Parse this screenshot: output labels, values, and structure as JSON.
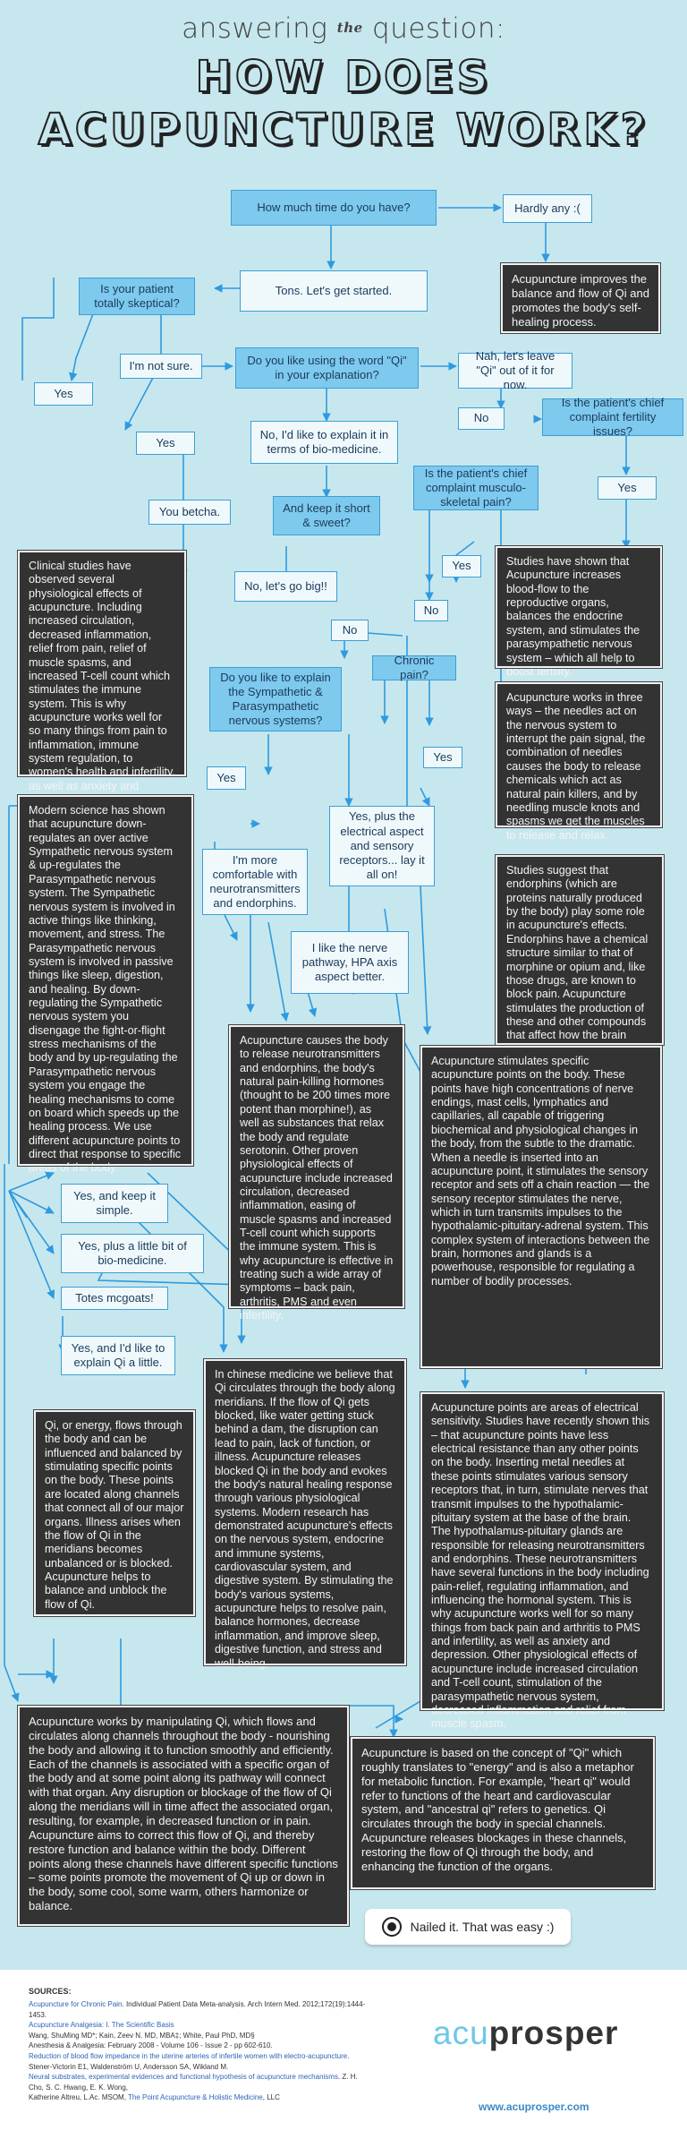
{
  "title": {
    "line1_pre": "answering",
    "line1_the": "the",
    "line1_post": "question:",
    "line2": "HOW DOES",
    "line3": "ACUPUNCTURE WORK?"
  },
  "nodes": {
    "q_time": "How much time do you have?",
    "a_hardly": "Hardly any :(",
    "d_hardly": "Acupuncture improves the balance and flow of Qi and promotes the body's self-healing process.",
    "a_tons": "Tons. Let's get started.",
    "q_skeptical": "Is your patient totally skeptical?",
    "a_notsure": "I'm not sure.",
    "a_yes1": "Yes",
    "q_qi": "Do you like using the word \"Qi\" in your explanation?",
    "a_nah": "Nah, let's leave \"Qi\" out of it for now.",
    "a_no1": "No",
    "q_fertility": "Is the patient's chief complaint fertility issues?",
    "a_yes2": "Yes",
    "a_biomed": "No, I'd like to explain it in terms of bio-medicine.",
    "q_musculo": "Is the patient's chief complaint musculo-skeletal pain?",
    "a_yes3": "Yes",
    "a_yes_fert": "Yes",
    "d_fertility": "Studies have shown that Acupuncture increases blood-flow to the reproductive organs, balances the endocrine system, and stimulates the parasympathetic nervous system – which all help to boost fertility.",
    "a_youbetcha": "You betcha.",
    "q_short": "And keep it short & sweet?",
    "d_clinical": "Clinical studies have observed several physiological effects of acupuncture. Including increased circulation, decreased inflammation, relief from pain, relief of muscle spasms, and increased T-cell count which stimulates the immune system. This is why acupuncture works well for so many things from pain to inflammation, immune system regulation, to women's health and infertility, as well as anxiety and depression.",
    "a_gobig": "No, let's go big!!",
    "a_no2": "No",
    "a_no3": "No",
    "q_chronic": "Chronic pain?",
    "a_yes_chronic": "Yes",
    "d_threeways": "Acupuncture works in three ways – the needles act on the nervous system to interrupt the pain signal, the combination of needles causes the body to release chemicals which act as natural pain killers, and by needling muscle knots and spasms we get the muscles to release and relax.",
    "q_sympathetic": "Do you like to explain the Sympathetic & Parasympathetic nervous systems?",
    "a_yes4": "Yes",
    "a_electrical": "Yes, plus the electrical aspect and sensory receptors... lay it all on!",
    "a_comfortable": "I'm more comfortable with neurotransmitters and endorphins.",
    "d_endorphins": "Studies suggest that endorphins (which are proteins naturally produced by the body) play some role in acupuncture's effects. Endorphins have a chemical structure similar to that of morphine or opium and, like those drugs, are known to block pain. Acupuncture stimulates the production of these and other compounds that affect how the brain perceives pain.",
    "d_modern": "Modern science has shown that acupuncture down-regulates an over active Sympathetic nervous system & up-regulates the Parasympathetic nervous system. The Sympathetic nervous system is involved in active things like thinking, movement, and stress. The Parasympathetic nervous system is involved in passive things like sleep, digestion, and healing. By down-regulating the Sympathetic nervous system you disengage the fight-or-flight stress mechanisms of the body and by up-regulating the Parasympathetic nervous system you engage the healing mechanisms to come on board which speeds up the healing process. We use different acupuncture points to direct that response to specific areas of the body.",
    "a_nerve": "I like the nerve pathway, HPA axis aspect better.",
    "d_neuro": "Acupuncture causes the body to release neurotransmitters and endorphins, the body's natural pain-killing hormones (thought to be 200 times more potent than morphine!), as well as substances that relax the body and regulate serotonin. Other proven physiological effects of acupuncture include increased circulation, decreased inflammation, easing of muscle spasms and increased T-cell count which supports the immune system. This is why acupuncture is effective in treating such a wide array of symptoms – back pain, arthritis, PMS and even infertility.",
    "d_specific": "Acupuncture stimulates specific acupuncture points on the body. These points have high concentrations of nerve endings, mast cells, lymphatics and capillaries, all capable of triggering biochemical and physiological changes in the body, from the subtle to the dramatic. When a needle is inserted into an acupuncture point, it stimulates the sensory receptor and sets off a chain reaction — the sensory receptor stimulates the nerve, which in turn transmits impulses to the hypothalamic-pituitary-adrenal system. This complex system of interactions between the brain, hormones and glands is a powerhouse, responsible for regulating a number of bodily processes.",
    "a_keepsimple": "Yes, and keep it simple.",
    "a_bitbio": "Yes, plus a little bit of bio-medicine.",
    "a_totes": "Totes mcgoats!",
    "a_explainqi": "Yes, and I'd like to explain Qi a little.",
    "d_qi_simple": "Qi, or energy, flows through the body and can be influenced and balanced by stimulating specific points on the body. These points are located along channels that connect all of our major organs. Illness arises when the flow of Qi in the meridians becomes unbalanced or is blocked. Acupuncture helps to balance and unblock the flow of Qi.",
    "d_chinese": "In chinese medicine we believe that Qi circulates through the body along meridians. If the flow of Qi gets blocked, like water getting stuck behind a dam, the disruption can lead to pain, lack of function, or illness. Acupuncture releases blocked Qi in the body and evokes the body's natural healing response through various physiological systems. Modern research has demonstrated acupuncture's effects on the nervous system, endocrine and immune systems, cardiovascular system, and digestive system. By stimulating the body's various systems, acupuncture helps to resolve pain, balance hormones, decrease inflammation, and improve sleep, digestive function, and stress and well-being.",
    "d_electrical": "Acupuncture points are areas of electrical sensitivity. Studies have recently shown this – that acupuncture points have less electrical resistance than any other points on the body. Inserting metal needles at these points stimulates various sensory receptors that, in turn, stimulate nerves that transmit impulses to the hypothalamic-pituitary system at the base of the brain. The hypothalamus-pituitary glands are responsible for releasing neurotransmitters and endorphins. These neurotransmitters have several functions in the body including pain-relief, regulating inflammation, and influencing the hormonal system. This is why acupuncture works well for so many things from back pain and arthritis to PMS and infertility, as well as anxiety and depression. Other physiological effects of acupuncture include increased circulation and T-cell count, stimulation of the parasympathetic nervous system, decreased inflammation and relief from muscle spasm.",
    "d_manipulating": "Acupuncture works by manipulating Qi, which flows and circulates along channels throughout the body - nourishing the body and allowing it to function smoothly and efficiently. Each of the channels is associated with a specific organ of the body and at some point along its pathway will connect with that organ. Any disruption or blockage of the flow of Qi along the meridians will in time affect the associated organ, resulting, for example, in decreased function or in pain. Acupuncture aims to correct this flow of Qi, and thereby restore function and balance within the body. Different points along these channels have different specific functions – some points promote the movement of Qi up or down in the body, some cool, some warm, others harmonize or balance.",
    "d_concept": "Acupuncture is based on the concept of \"Qi\" which roughly translates to \"energy\" and is also a metaphor for metabolic function. For example, \"heart qi\" would refer to functions of the heart and cardiovascular system, and \"ancestral qi\" refers to genetics. Qi circulates through the body in special channels. Acupuncture releases blockages in these channels, restoring the flow of Qi through the body, and enhancing the function of the organs."
  },
  "nailed": "Nailed it. That was easy :)",
  "sources": {
    "heading": "SOURCES:",
    "lines": [
      {
        "text": "Acupuncture for Chronic Pain",
        "link": true
      },
      {
        "text": ". Individual Patient Data Meta-analysis. Arch Intern Med. 2012;172(19):1444-1453.",
        "link": false
      },
      {
        "text": "Acupuncture Analgesia: I. The Scientific Basis",
        "link": true
      },
      {
        "text": "Wang, ShuMing MD*; Kain, Zeev N. MD, MBA‡; White, Paul PhD, MD§",
        "link": false
      },
      {
        "text": "Anesthesia & Analgesia: February 2008 - Volume 106 - Issue 2 - pp 602-610.",
        "link": false
      },
      {
        "text": "Reduction of blood flow impedance in the uterine arteries of infertile women with electro-acupuncture",
        "link": true
      },
      {
        "text": ". Stener-Victorin E1, Waldenström U, Andersson SA, Wikland M.",
        "link": false
      },
      {
        "text": "Neural substrates, experimental evidences and functional hypothesis of acupuncture mechanisms",
        "link": true
      },
      {
        "text": ". Z. H. Cho, S. C. Hwang, E. K. Wong,",
        "link": false
      },
      {
        "text": "Katherine Altreu, L.Ac. MSOM, ",
        "link": false
      },
      {
        "text": "The Point Acupuncture & Holistic Medicine",
        "link": true
      },
      {
        "text": ", LLC",
        "link": false
      }
    ]
  },
  "brand": {
    "logo_part1": "acu",
    "logo_part2": "prosper",
    "website": "www.acuprosper.com"
  },
  "colors": {
    "background": "#c7e7ee",
    "question": "#7ec9ee",
    "answer": "#eff9fc",
    "dark_box": "#333333",
    "connector": "#2e9ae0",
    "accent": "#6fc7e7"
  }
}
